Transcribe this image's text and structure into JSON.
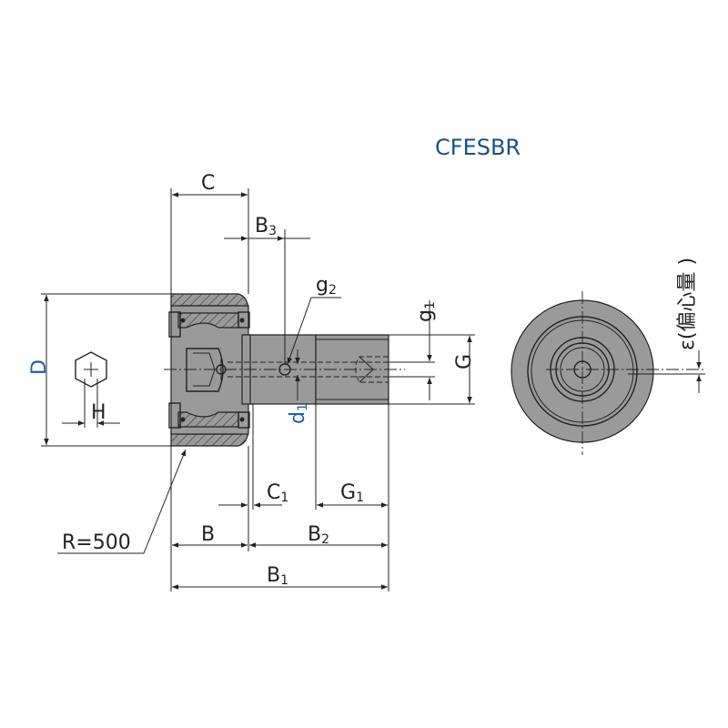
{
  "title": "CFESBR",
  "labels": {
    "C": "C",
    "B3_main": "B",
    "B3_sub": "3",
    "g2_main": "g",
    "g2_sub": "2",
    "g1_main": "g",
    "g1_sub": "1",
    "G": "G",
    "D": "D",
    "H": "H",
    "d1_main": "d",
    "d1_sub": "1",
    "C1_main": "C",
    "C1_sub": "1",
    "G1_main": "G",
    "G1_sub": "1",
    "R": "R=500",
    "B": "B",
    "B2_main": "B",
    "B2_sub": "2",
    "B1_main": "B",
    "B1_sub": "1",
    "eccentric": "ε(偏心量 )"
  },
  "colors": {
    "title": "#1a4f86",
    "accent_label": "#1f5fa3",
    "body_fill": "#9a9a9a",
    "line": "#222222"
  }
}
